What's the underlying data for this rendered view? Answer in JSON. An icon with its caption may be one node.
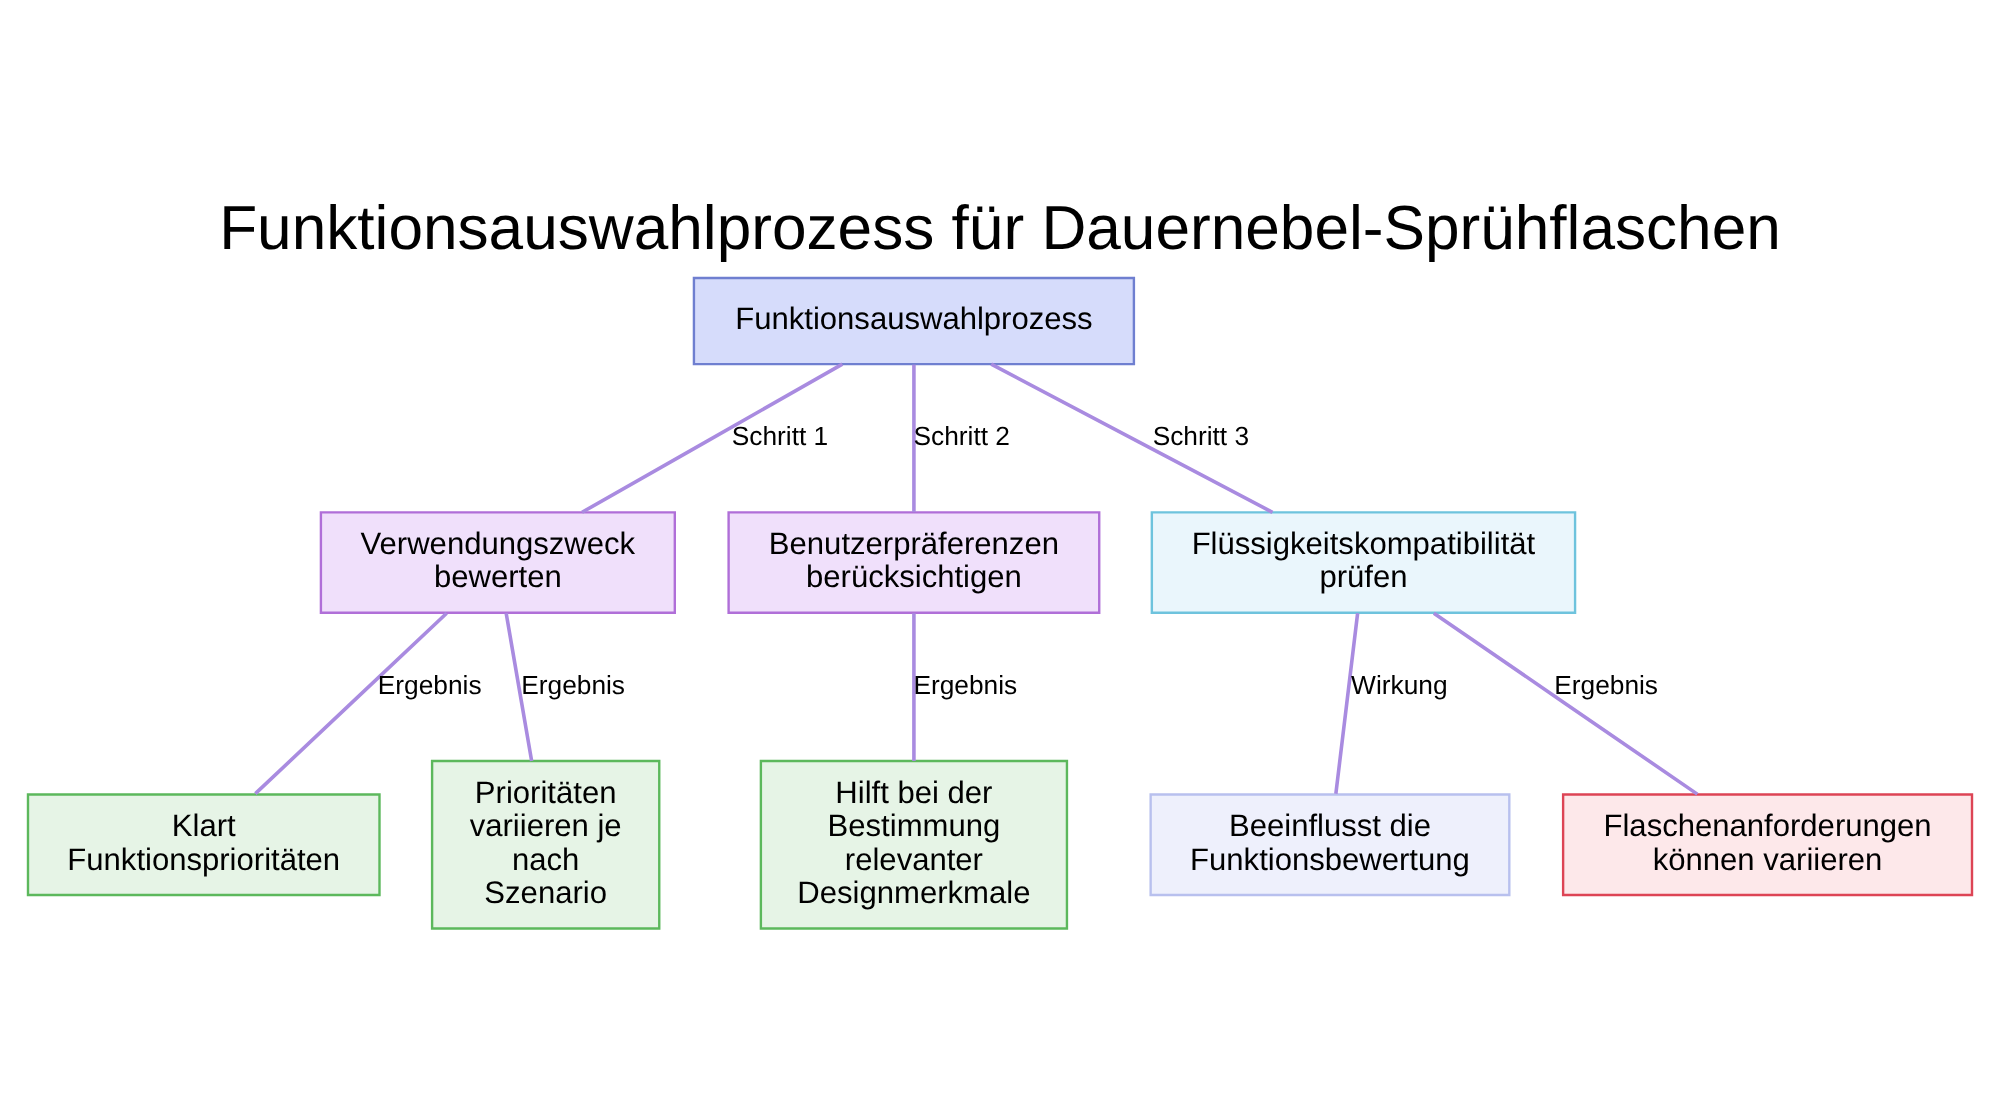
{
  "diagram": {
    "title": "Funktionsauswahlprozess für Dauernebel-Sprühflaschen",
    "nodes": [
      {
        "text": [
          "Funktionsauswahlprozess"
        ]
      },
      {
        "text": [
          "Verwendungszweck bewerten"
        ]
      },
      {
        "text": [
          "Benutzerpräferenzen berücksichtigen"
        ]
      },
      {
        "text": [
          "Flüssigkeitskompatibilität prüfen"
        ]
      },
      {
        "text": [
          "Klart Funktionsprioritäten"
        ]
      },
      {
        "text": [
          "Prioritäten variieren je nach Szenario"
        ]
      },
      {
        "text": [
          "Hilft bei der Bestimmung relevanter Designmerkmale"
        ]
      },
      {
        "text": [
          "Beeinflusst die Funktionsbewertung"
        ]
      },
      {
        "text": [
          "Flaschenanforderungen können variieren"
        ]
      }
    ],
    "edges": [
      {
        "from": 0,
        "to": 1,
        "arrow": "none",
        "label": "Schritt 1"
      },
      {
        "from": 0,
        "to": 2,
        "arrow": "none",
        "label": "Schritt 2"
      },
      {
        "from": 0,
        "to": 3,
        "arrow": "none",
        "label": "Schritt 3"
      },
      {
        "from": 1,
        "to": 4,
        "arrow": "none",
        "label": "Ergebnis"
      },
      {
        "from": 1,
        "to": 5,
        "arrow": "none",
        "label": "Ergebnis"
      },
      {
        "from": 2,
        "to": 6,
        "arrow": "none",
        "label": "Ergebnis"
      },
      {
        "from": 3,
        "to": 7,
        "arrow": "none",
        "label": "Wirkung"
      },
      {
        "from": 3,
        "to": 8,
        "arrow": "none",
        "label": "Ergebnis"
      }
    ]
  }
}
